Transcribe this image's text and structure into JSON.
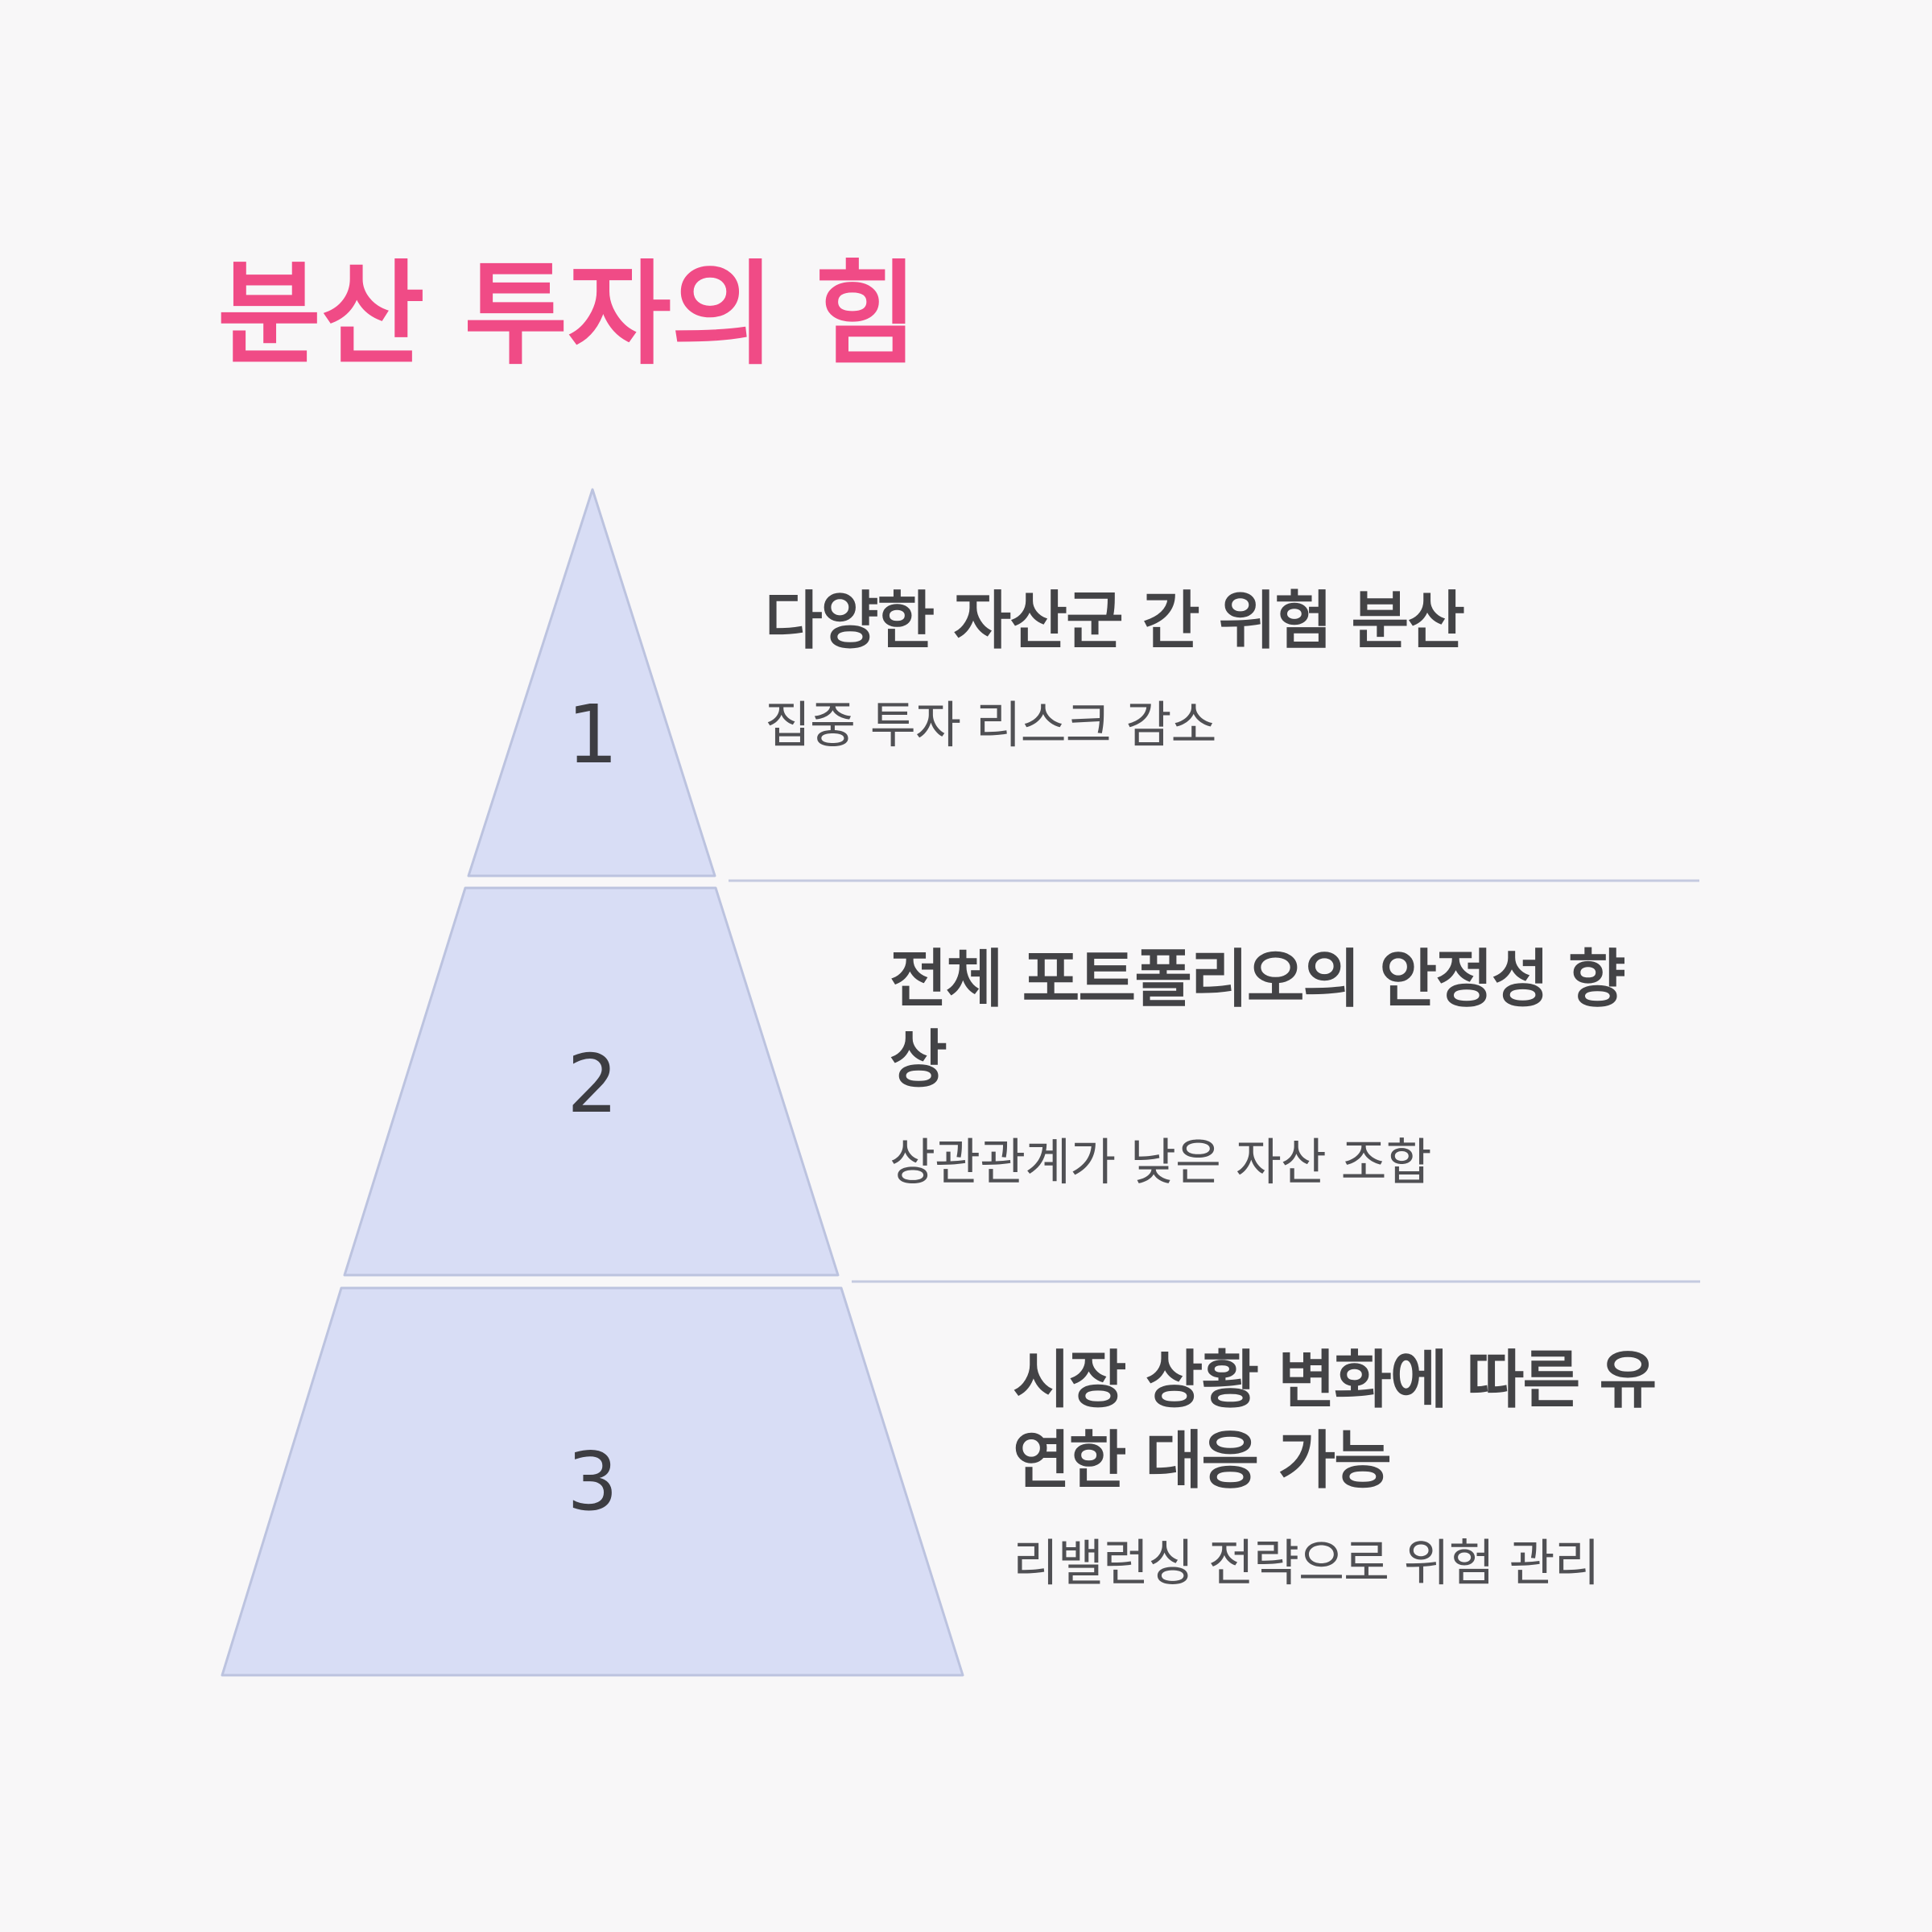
{
  "title": "분산 투자의 힘",
  "colors": {
    "title": "#f04b86",
    "tier_fill": "#d8ddf5",
    "tier_stroke": "#bcc3df",
    "text": "#434346",
    "background": "#f8f7f8"
  },
  "tiers": [
    {
      "number": "1",
      "title": "다양한 자산군 간 위험 분산",
      "description": "집중 투자 리스크 감소"
    },
    {
      "number": "2",
      "title": "전체 포트폴리오의 안정성 향상",
      "description": "상관관계가 낮은 자산 조합"
    },
    {
      "number": "3",
      "title": "시장 상황 변화에 따른 유연한 대응 가능",
      "description": "리밸런싱 전략으로 위험 관리"
    }
  ]
}
